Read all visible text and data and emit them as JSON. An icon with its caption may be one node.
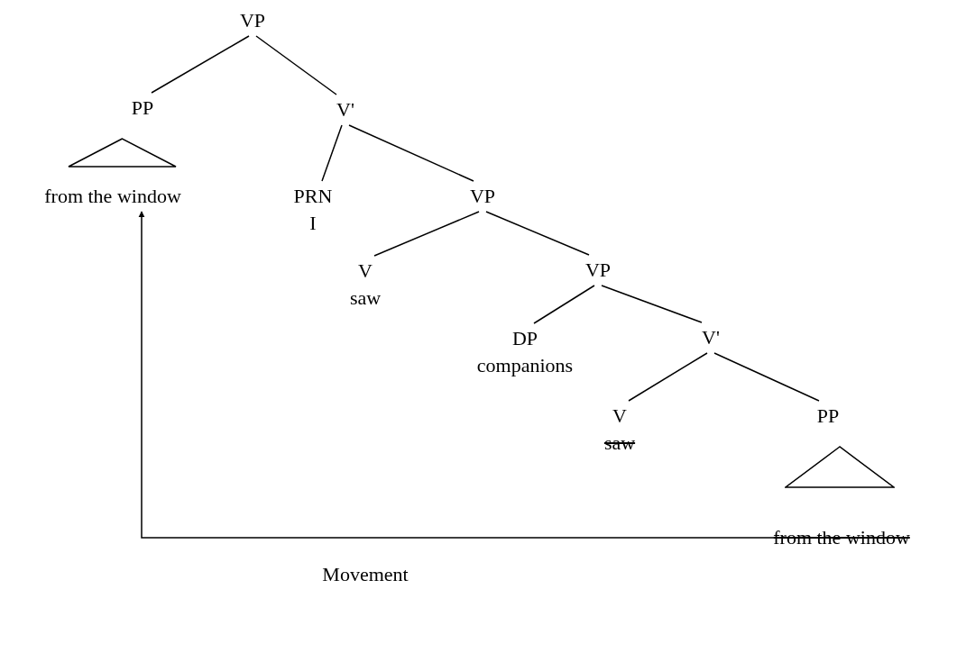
{
  "diagram": {
    "nodes": [
      {
        "text": [
          "VP"
        ]
      },
      {
        "text": [
          "PP"
        ]
      },
      {
        "text": [],
        "shape": "triangle"
      },
      {
        "text": [
          "from the window"
        ]
      },
      {
        "text": [
          "V'"
        ]
      },
      {
        "text": [
          "PRN",
          "I"
        ]
      },
      {
        "text": [
          "VP"
        ]
      },
      {
        "text": [
          "V",
          "saw"
        ]
      },
      {
        "text": [
          "VP"
        ]
      },
      {
        "text": [
          "DP",
          "companions"
        ]
      },
      {
        "text": [
          "V'"
        ]
      },
      {
        "text": [
          "V",
          "saw"
        ]
      },
      {
        "text": [
          "PP"
        ]
      },
      {
        "text": [],
        "shape": "triangle"
      },
      {
        "text": [
          "from the window"
        ]
      }
    ],
    "edges": [
      {
        "from": 0,
        "to": 1,
        "arrow": "none"
      },
      {
        "from": 0,
        "to": 4,
        "arrow": "none"
      },
      {
        "from": 4,
        "to": 5,
        "arrow": "none"
      },
      {
        "from": 4,
        "to": 6,
        "arrow": "none"
      },
      {
        "from": 6,
        "to": 7,
        "arrow": "none"
      },
      {
        "from": 6,
        "to": 8,
        "arrow": "none"
      },
      {
        "from": 8,
        "to": 9,
        "arrow": "none"
      },
      {
        "from": 8,
        "to": 10,
        "arrow": "none"
      },
      {
        "from": 10,
        "to": 11,
        "arrow": "none"
      },
      {
        "from": 10,
        "to": 12,
        "arrow": "none"
      },
      {
        "from": 14,
        "to": 3,
        "arrow": "to",
        "label": "Movement"
      }
    ]
  }
}
